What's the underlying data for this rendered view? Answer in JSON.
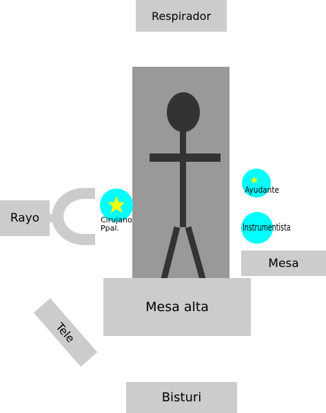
{
  "diagram": {
    "boxes": {
      "respirador": "Respirador",
      "rayo": "Rayo",
      "mesa": "Mesa",
      "mesa_alta": "Mesa alta",
      "tele": "Tele",
      "bisturi": "Bisturi"
    },
    "people": {
      "surgeon": {
        "label_line1": "Cirujano",
        "label_line2": "Ppal.",
        "icon": "star-icon"
      },
      "assistant": {
        "label": "Ayudante",
        "icon": "star-icon"
      },
      "scrub_nurse": {
        "label": "Instrumentista"
      }
    },
    "colors": {
      "box_gray": "#cccccc",
      "table_gray": "#999999",
      "figure_dark": "#333333",
      "person_cyan": "#00ffff",
      "star_yellow": "#ffff00"
    }
  }
}
